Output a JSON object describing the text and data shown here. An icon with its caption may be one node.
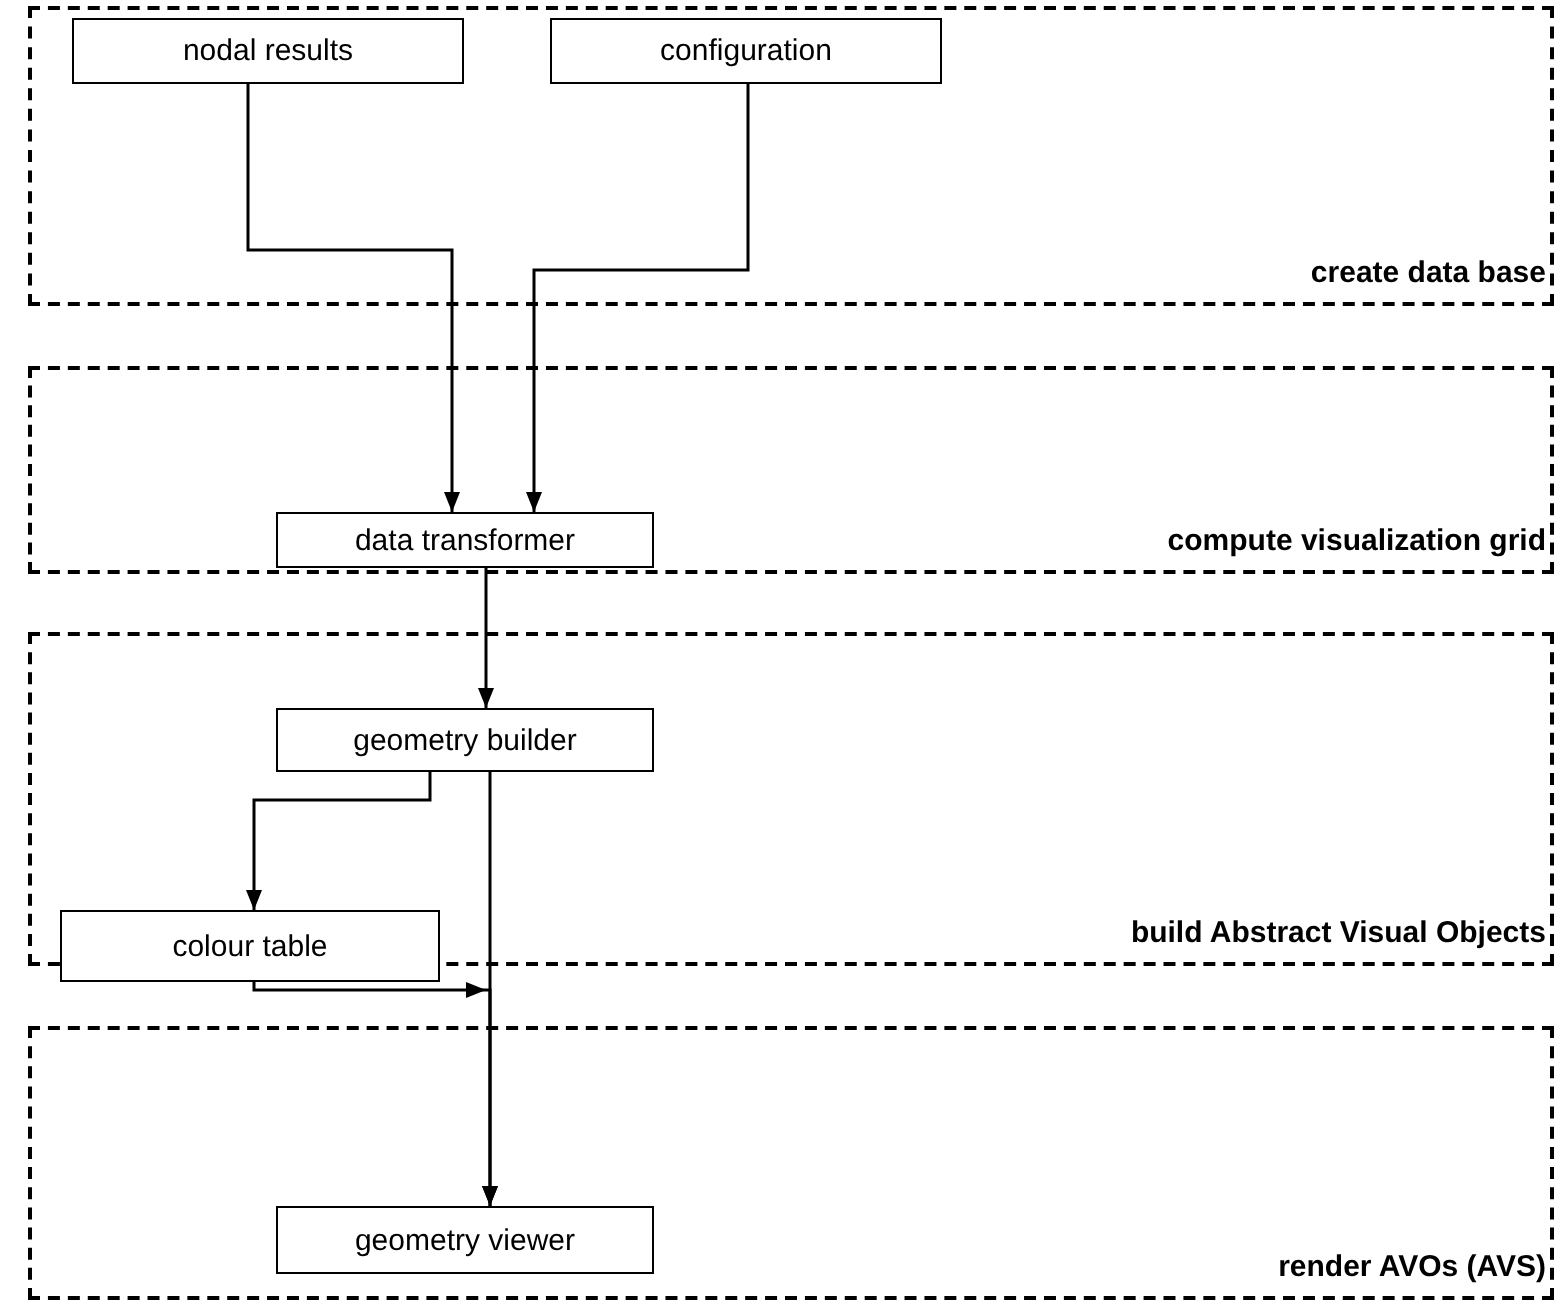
{
  "diagram": {
    "nodes": [
      {
        "text": [
          "create data base"
        ]
      },
      {
        "text": [
          "nodal results"
        ],
        "in": 0
      },
      {
        "text": [
          "configuration"
        ],
        "in": 0
      },
      {
        "text": [
          "compute visualization grid"
        ]
      },
      {
        "text": [
          "data transformer"
        ],
        "in": 3
      },
      {
        "text": [
          "build Abstract Visual Objects"
        ]
      },
      {
        "text": [
          "geometry builder"
        ],
        "in": 5
      },
      {
        "text": [
          "colour table"
        ],
        "in": 5
      },
      {
        "text": [
          "render AVOs (AVS)"
        ]
      },
      {
        "text": [
          "geometry viewer"
        ],
        "in": 8
      }
    ],
    "edges": [
      {
        "from": 1,
        "to": 4,
        "arrow": "to"
      },
      {
        "from": 2,
        "to": 4,
        "arrow": "to"
      },
      {
        "from": 4,
        "to": 6,
        "arrow": "to"
      },
      {
        "from": 6,
        "to": 7,
        "arrow": "to"
      },
      {
        "from": 6,
        "to": 9,
        "arrow": "to"
      },
      {
        "from": 7,
        "to": 9,
        "arrow": "to"
      }
    ]
  }
}
